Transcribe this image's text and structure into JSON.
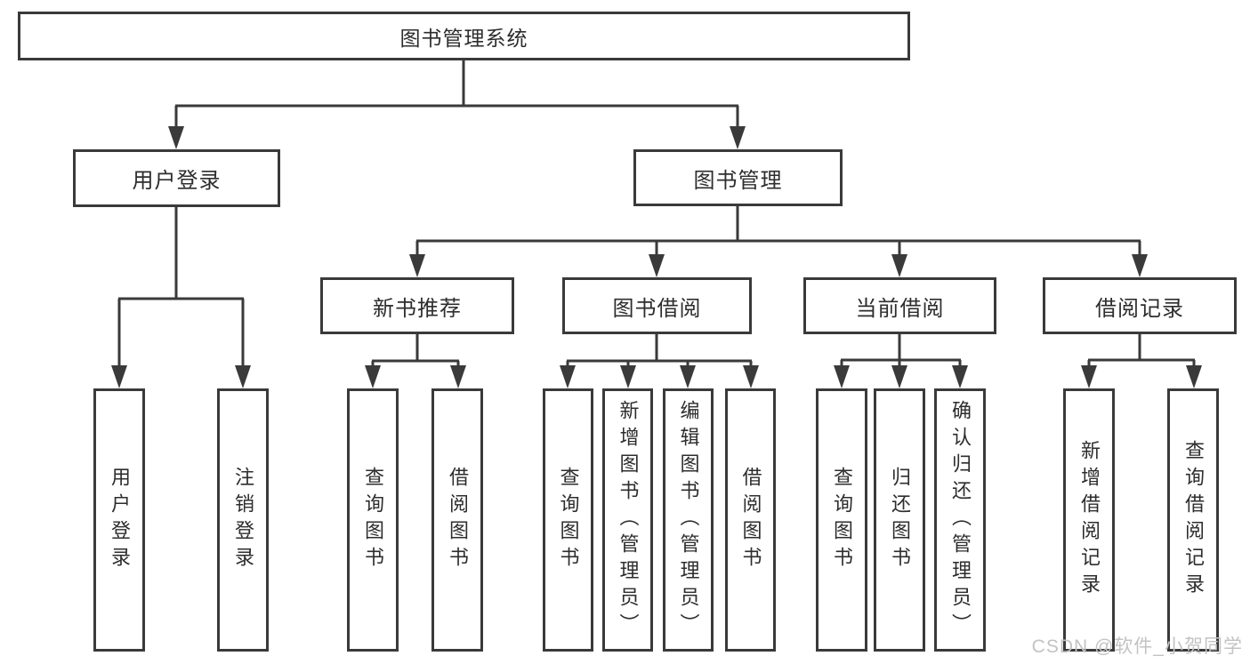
{
  "diagram": {
    "title": "图书管理系统",
    "branches": [
      {
        "label": "用户登录",
        "children": [
          "用户登录",
          "注销登录"
        ]
      },
      {
        "label": "图书管理",
        "sections": [
          {
            "label": "新书推荐",
            "children": [
              "查询图书",
              "借阅图书"
            ]
          },
          {
            "label": "图书借阅",
            "children": [
              "查询图书",
              "新增图书（管理员）",
              "编辑图书（管理员）",
              "借阅图书"
            ]
          },
          {
            "label": "当前借阅",
            "children": [
              "查询图书",
              "归还图书",
              "确认归还（管理员）"
            ]
          },
          {
            "label": "借阅记录",
            "children": [
              "新增借阅记录",
              "查询借阅记录"
            ]
          }
        ]
      }
    ]
  },
  "watermark": {
    "text": "CSDN @软件_小贺同学"
  },
  "colors": {
    "line": "#3a3a3a",
    "text": "#2d2d2d",
    "background": "#ffffff",
    "watermark": "#c3c3c3"
  }
}
